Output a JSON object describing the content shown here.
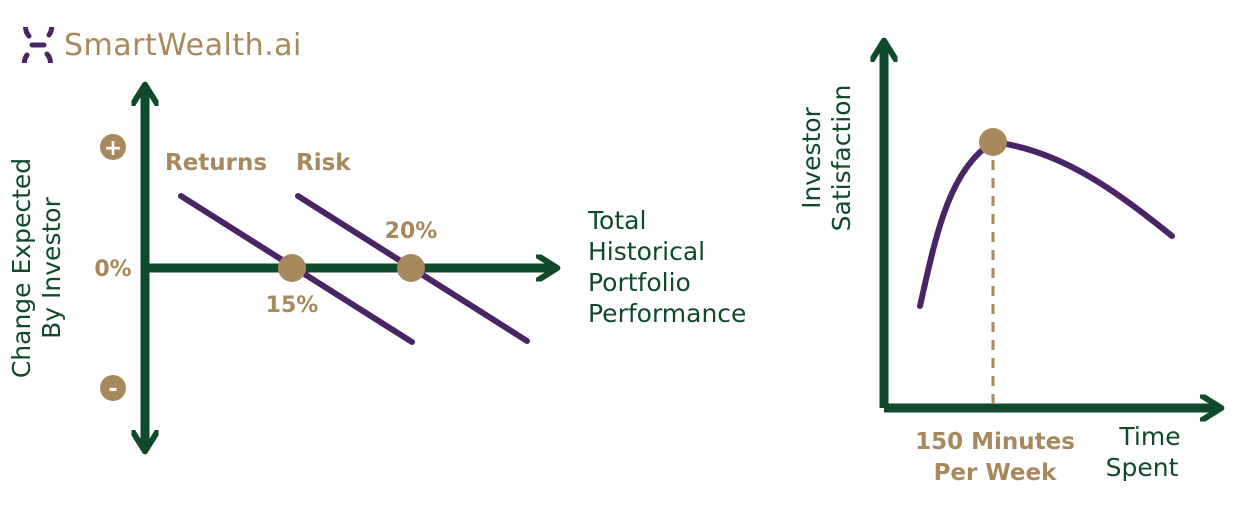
{
  "brand": {
    "name": "SmartWealth.ai",
    "logo_icon": "s-logo-icon",
    "colors": {
      "green": "#0f4a2c",
      "gold": "#a8895e",
      "purple": "#4a2566"
    }
  },
  "left_diagram": {
    "y_axis_label_line1": "Change Expected",
    "y_axis_label_line2": "By Investor",
    "x_axis_label": [
      "Total",
      "Historical",
      "Portfolio",
      "Performance"
    ],
    "plus_sign": "+",
    "minus_sign": "-",
    "zero_label": "0%",
    "lines": [
      {
        "name": "Returns",
        "value_label": "15%"
      },
      {
        "name": "Risk",
        "value_label": "20%"
      }
    ]
  },
  "right_diagram": {
    "y_axis_label_line1": "Investor",
    "y_axis_label_line2": "Satisfaction",
    "x_axis_label_line1": "Time",
    "x_axis_label_line2": "Spent",
    "peak_label_line1": "150 Minutes",
    "peak_label_line2": "Per Week"
  }
}
